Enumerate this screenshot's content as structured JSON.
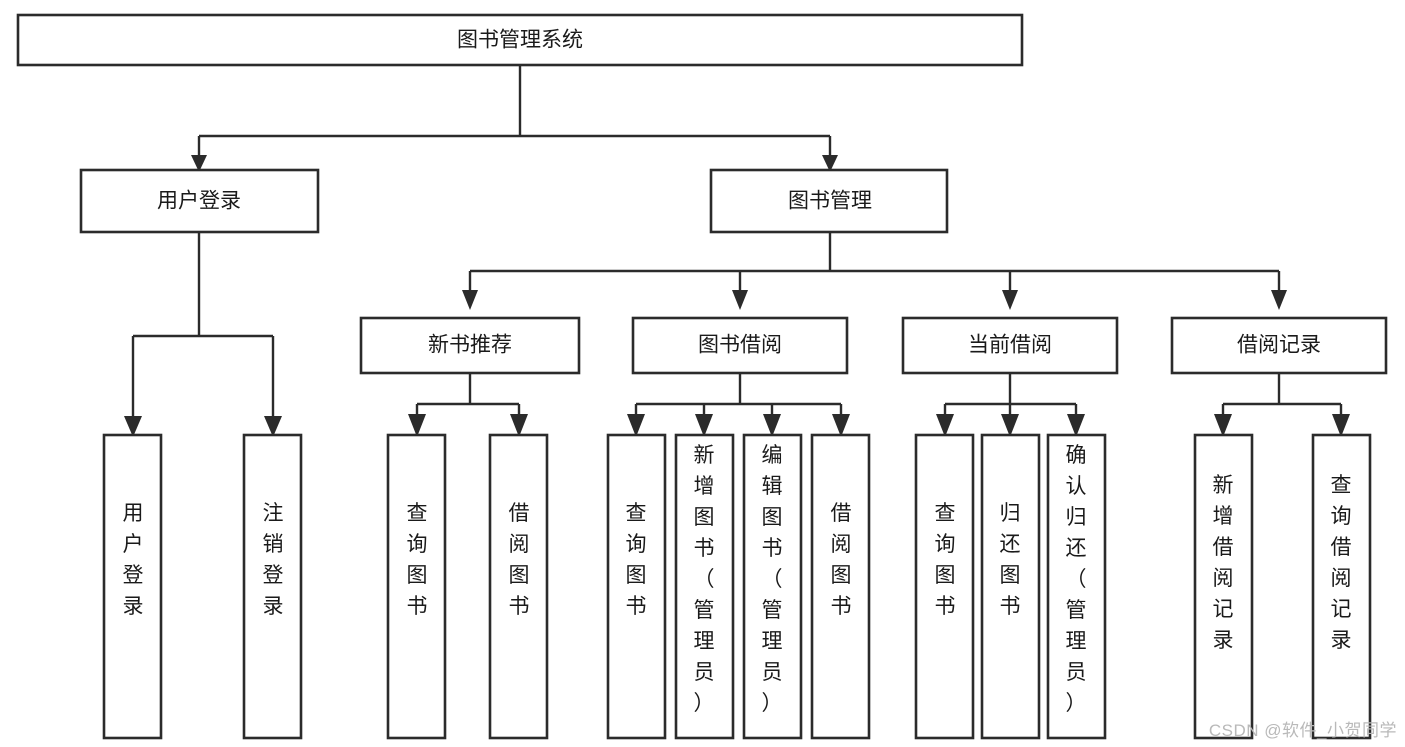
{
  "diagram": {
    "title": "图书管理系统",
    "type": "tree",
    "orientation": "top-down",
    "colors": {
      "box_stroke": "#2b2b2b",
      "box_fill": "#ffffff",
      "connector": "#2b2b2b",
      "text": "#1a1a1a",
      "background": "#ffffff",
      "watermark": "#b9b9b9"
    },
    "root": {
      "label": "图书管理系统",
      "orientation": "horizontal"
    },
    "level2": [
      {
        "label": "用户登录",
        "orientation": "horizontal"
      },
      {
        "label": "图书管理",
        "orientation": "horizontal"
      }
    ],
    "level3": [
      {
        "label": "新书推荐",
        "orientation": "horizontal",
        "parent": "图书管理"
      },
      {
        "label": "图书借阅",
        "orientation": "horizontal",
        "parent": "图书管理"
      },
      {
        "label": "当前借阅",
        "orientation": "horizontal",
        "parent": "图书管理"
      },
      {
        "label": "借阅记录",
        "orientation": "horizontal",
        "parent": "图书管理"
      }
    ],
    "leaves": [
      {
        "label": "用户登录",
        "parent": "用户登录",
        "orientation": "vertical",
        "lines": [
          "用",
          "户",
          "登",
          "录"
        ]
      },
      {
        "label": "注销登录",
        "parent": "用户登录",
        "orientation": "vertical",
        "lines": [
          "注",
          "销",
          "登",
          "录"
        ]
      },
      {
        "label": "查询图书",
        "parent": "新书推荐",
        "orientation": "vertical",
        "lines": [
          "查",
          "询",
          "图",
          "书"
        ]
      },
      {
        "label": "借阅图书",
        "parent": "新书推荐",
        "orientation": "vertical",
        "lines": [
          "借",
          "阅",
          "图",
          "书"
        ]
      },
      {
        "label": "查询图书",
        "parent": "图书借阅",
        "orientation": "vertical",
        "lines": [
          "查",
          "询",
          "图",
          "书"
        ]
      },
      {
        "label": "新增图书（管理员）",
        "parent": "图书借阅",
        "orientation": "vertical",
        "lines": [
          "新",
          "增",
          "图",
          "书",
          "（",
          "管",
          "理",
          "员",
          "）"
        ]
      },
      {
        "label": "编辑图书（管理员）",
        "parent": "图书借阅",
        "orientation": "vertical",
        "lines": [
          "编",
          "辑",
          "图",
          "书",
          "（",
          "管",
          "理",
          "员",
          "）"
        ]
      },
      {
        "label": "借阅图书",
        "parent": "图书借阅",
        "orientation": "vertical",
        "lines": [
          "借",
          "阅",
          "图",
          "书"
        ]
      },
      {
        "label": "查询图书",
        "parent": "当前借阅",
        "orientation": "vertical",
        "lines": [
          "查",
          "询",
          "图",
          "书"
        ]
      },
      {
        "label": "归还图书",
        "parent": "当前借阅",
        "orientation": "vertical",
        "lines": [
          "归",
          "还",
          "图",
          "书"
        ]
      },
      {
        "label": "确认归还（管理员）",
        "parent": "当前借阅",
        "orientation": "vertical",
        "lines": [
          "确",
          "认",
          "归",
          "还",
          "（",
          "管",
          "理",
          "员",
          "）"
        ]
      },
      {
        "label": "新增借阅记录",
        "parent": "借阅记录",
        "orientation": "vertical",
        "lines": [
          "新",
          "增",
          "借",
          "阅",
          "记",
          "录"
        ]
      },
      {
        "label": "查询借阅记录",
        "parent": "借阅记录",
        "orientation": "vertical",
        "lines": [
          "查",
          "询",
          "借",
          "阅",
          "记",
          "录"
        ]
      }
    ]
  },
  "watermark": {
    "text": "CSDN @软件_小贺同学"
  }
}
